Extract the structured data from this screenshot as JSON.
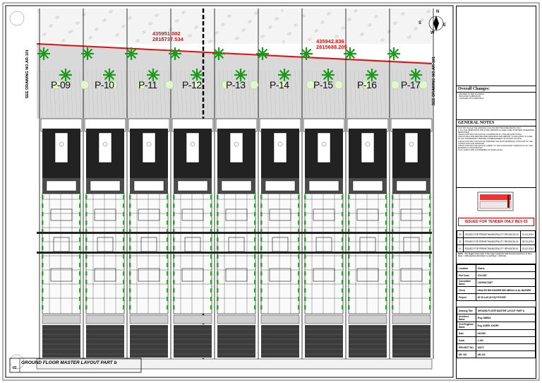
{
  "drawing": {
    "plots": [
      "P-09",
      "P-10",
      "P-11",
      "P-12",
      "P-13",
      "P-14",
      "P-15",
      "P-16",
      "P-17"
    ],
    "coord_a": {
      "e": "435951.002",
      "n": "2815737.534"
    },
    "coord_b": {
      "e": "435942.836",
      "n": "2815688.205"
    },
    "see_left": "SEE DRAWING NO.AR-101",
    "see_right": "SEE DRAWING NO.AR-101",
    "north": {
      "n": "N",
      "e": "E",
      "s": "S",
      "w": "W"
    }
  },
  "sheet": {
    "number": "01",
    "title": "GROUND FLOOR MASTER LAYOUT PART b"
  },
  "title_block": {
    "overall_changes": "Overall Changes:",
    "changes_notes": [
      "- REVISED AS PER PLANNING",
      "- INDICATED SUBMISSION",
      "- CHANGES WITH MARKINGS"
    ],
    "general_notes_title": "GENERAL NOTES",
    "general_notes": [
      "1.DO NOT SCALE THE DRAWING FOLLOW WRITTEN DIMENSIONS ONLY.",
      "2. ALL THE DIMENSIONS ARE IN MILLIMETERS & LEVELS ARE IN METERS OTHERWISE MENTIONED.",
      "3.MAIN CONTRACTOR SHOULD COORDINATE ALL THE ARCHITECTURAL, STRUCTURAL AND MEP RELATED DRAWINGS AND REPORT TO ARCHITECT IN CASE OF ANY DISCREPANCY BEFORE COMMENCEMENT OF WORKS ON SITE.",
      "4.MAIN CONTRACTOR SHOULD PREPARE THE SHOP DRAWINGS & MOCKUP OF THE CONSULTANT FOR APPROVAL.",
      "5.MAIN CONTRACTOR SHOULD SUBMIT TO THE CONSULTANT SAMPLES OF ALL THE MATERIALS FOR APPROVAL.",
      "6.ALL LEVELS ARE CONSIDERED AS FINISH LEVEL."
    ],
    "stamp_title": "ISSUED FOR TENDER ONLY REV-03",
    "revisions": [
      {
        "no": "03",
        "desc": "ISSUED FOR PERMIT/MUNICIPALITY REVISION-03",
        "date": "21-03-2024"
      },
      {
        "no": "02",
        "desc": "ISSUED FOR PERMIT/MUNICIPALITY REVISION-02",
        "date": "05-03-2024"
      },
      {
        "no": "01",
        "desc": "ISSUED FOR PERMIT/MUNICIPALITY REVISION-01",
        "date": "13-02-2024"
      }
    ],
    "note": "NOTE : The height of the clear of the stairs inside the villa from Ground Floor to First Floor = 3.90 mm from First floor to roof floor = 3.30 mm",
    "rows1": [
      {
        "k": "Location",
        "v": "Sharm"
      },
      {
        "k": "Plot Code",
        "v": "3734 897"
      },
      {
        "k": "Consultant Name",
        "v": "CONSULTANT"
      },
      {
        "k": "Client",
        "v": "KHALED BIN NASSER BIN ABDULLA AL NASSER"
      },
      {
        "k": "Project",
        "v": "29 VILLAS (9+13)+TH+SSF"
      }
    ],
    "rows2": [
      {
        "k": "Drawing Title",
        "v": "GROUND FLOOR MASTER LAYOUT PART A"
      },
      {
        "k": "Architect Name",
        "v": "Eng. NIMISA"
      },
      {
        "k": "Civil Engineer Name",
        "v": "Eng. ADEEL KADRY"
      },
      {
        "k": "Date",
        "v": "04/2024"
      },
      {
        "k": "Scale",
        "v": "1:100"
      },
      {
        "k": "PROJECT NO.",
        "v": "22672"
      },
      {
        "k": "DR. NO.",
        "v": "AR-102"
      }
    ]
  }
}
